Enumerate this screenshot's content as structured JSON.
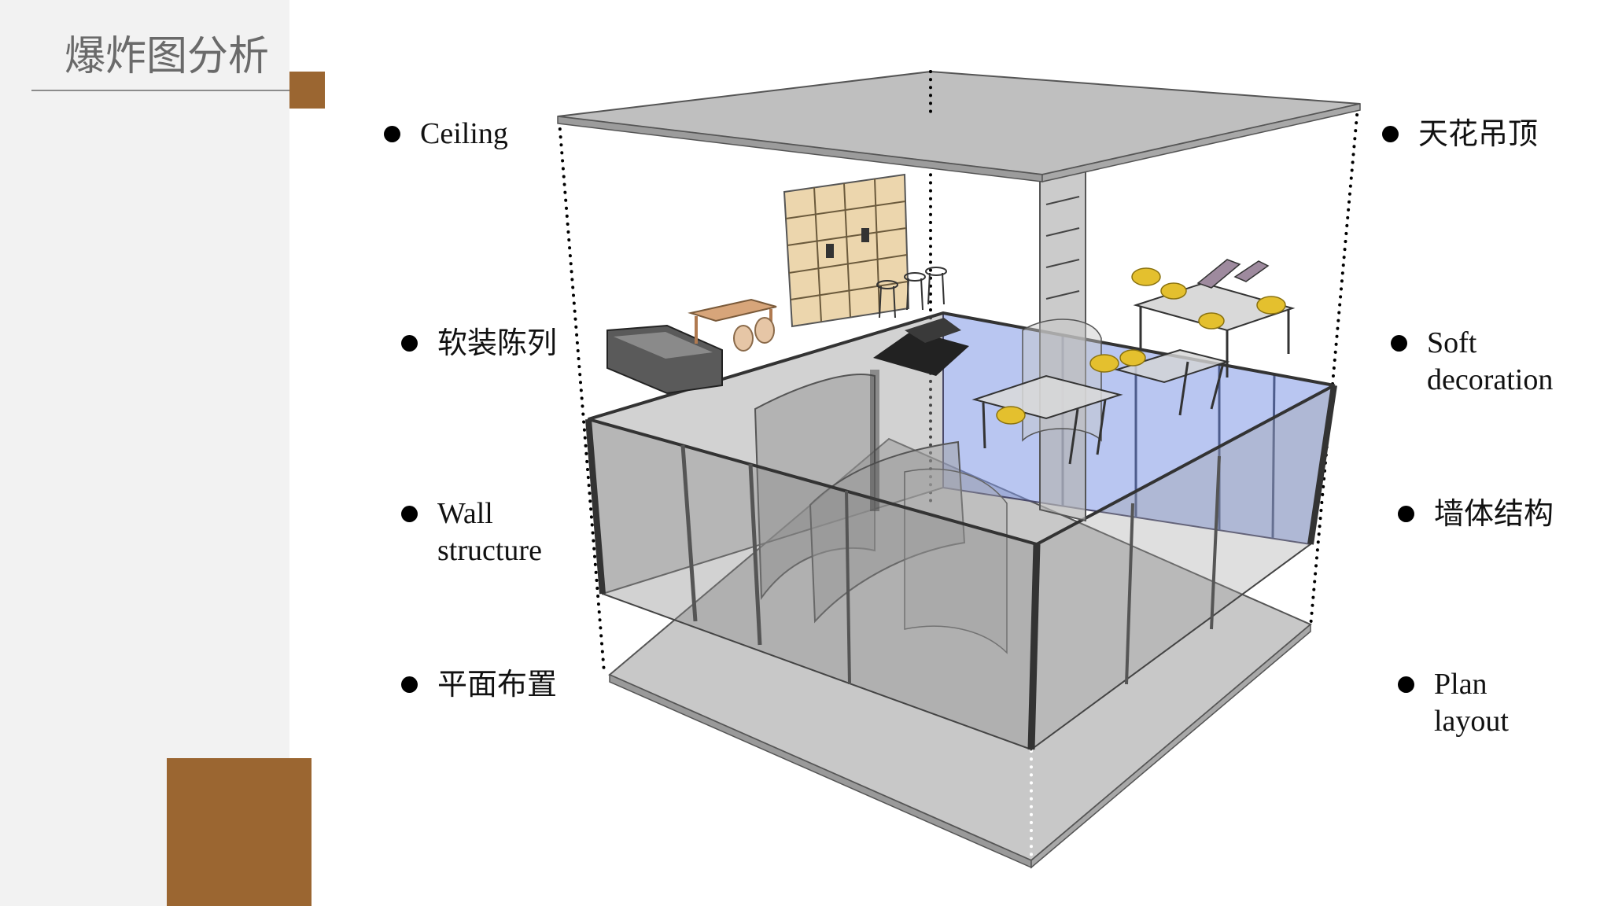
{
  "title": "爆炸图分析",
  "labels": {
    "left": [
      {
        "text": "Ceiling"
      },
      {
        "text": "软装陈列"
      },
      {
        "lines": [
          "Wall",
          "structure"
        ]
      },
      {
        "text": "平面布置"
      }
    ],
    "right": [
      {
        "text": "天花吊顶"
      },
      {
        "lines": [
          "Soft",
          "decoration"
        ]
      },
      {
        "text": "墙体结构"
      },
      {
        "lines": [
          "Plan",
          "layout"
        ]
      }
    ]
  },
  "icons": {
    "bullet": "black-dot-icon"
  },
  "colors": {
    "accent": "#9b6631",
    "side_panel": "#f2f2f2",
    "title": "#6a6a6a",
    "label_text": "#111111",
    "glass_wall": "#7f98e6",
    "chairs": "#e4c02e"
  }
}
